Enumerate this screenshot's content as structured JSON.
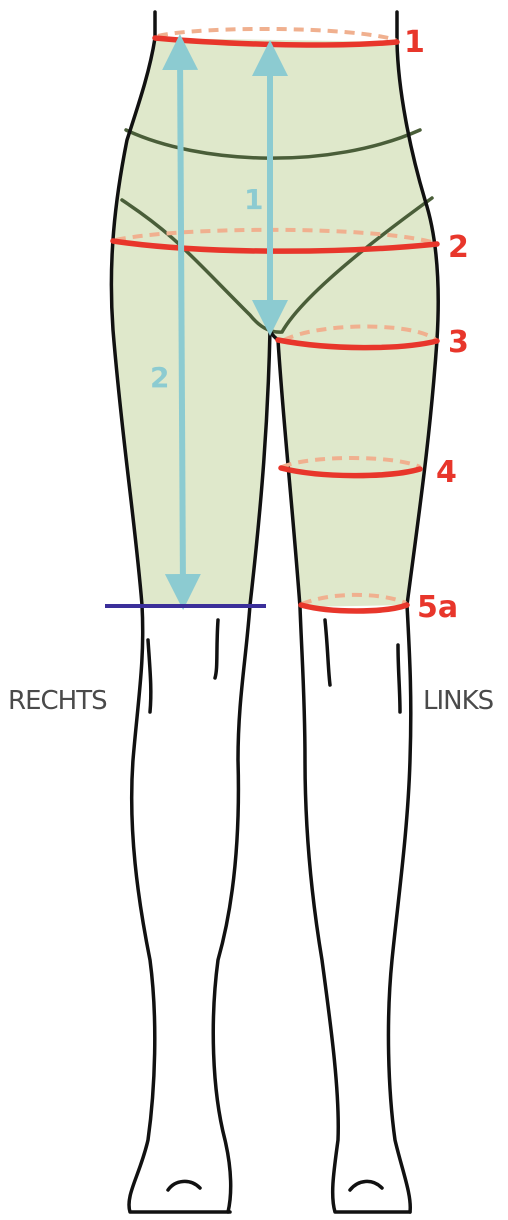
{
  "colors": {
    "garment": "#dfe8cb",
    "garment_seam": "#4a5e39",
    "outline": "#111111",
    "circumference": "#e8362b",
    "circumference_back": "#f0b08f",
    "length_arrow": "#8ccbd1",
    "hem_line": "#3b2f9a",
    "side_text": "#4a4a4a"
  },
  "circumference_labels": [
    "1",
    "2",
    "3",
    "4",
    "5a"
  ],
  "length_labels": [
    "1",
    "2"
  ],
  "sides": {
    "right": "RECHTS",
    "left": "LINKS"
  }
}
